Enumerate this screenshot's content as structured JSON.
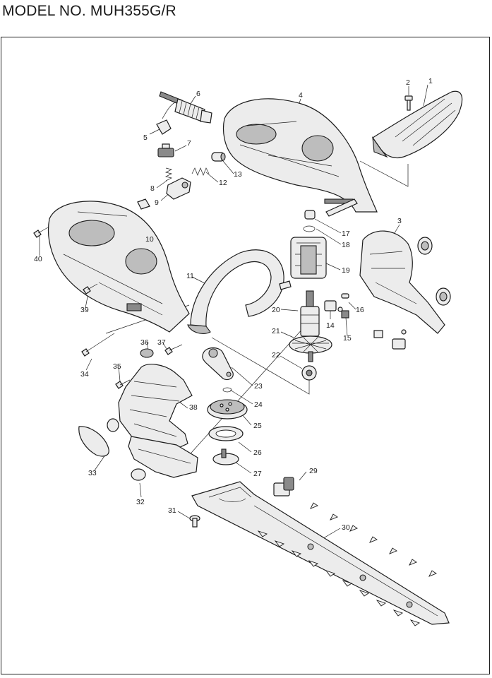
{
  "header": {
    "model_title": "MODEL NO. MUH355G/R"
  },
  "callouts": [
    "1",
    "2",
    "3",
    "4",
    "5",
    "6",
    "7",
    "8",
    "9",
    "10",
    "11",
    "12",
    "13",
    "14",
    "15",
    "16",
    "17",
    "18",
    "19",
    "20",
    "21",
    "22",
    "23",
    "24",
    "25",
    "26",
    "27",
    "29",
    "30",
    "31",
    "32",
    "33",
    "34",
    "35",
    "36",
    "37",
    "38",
    "39",
    "40"
  ]
}
